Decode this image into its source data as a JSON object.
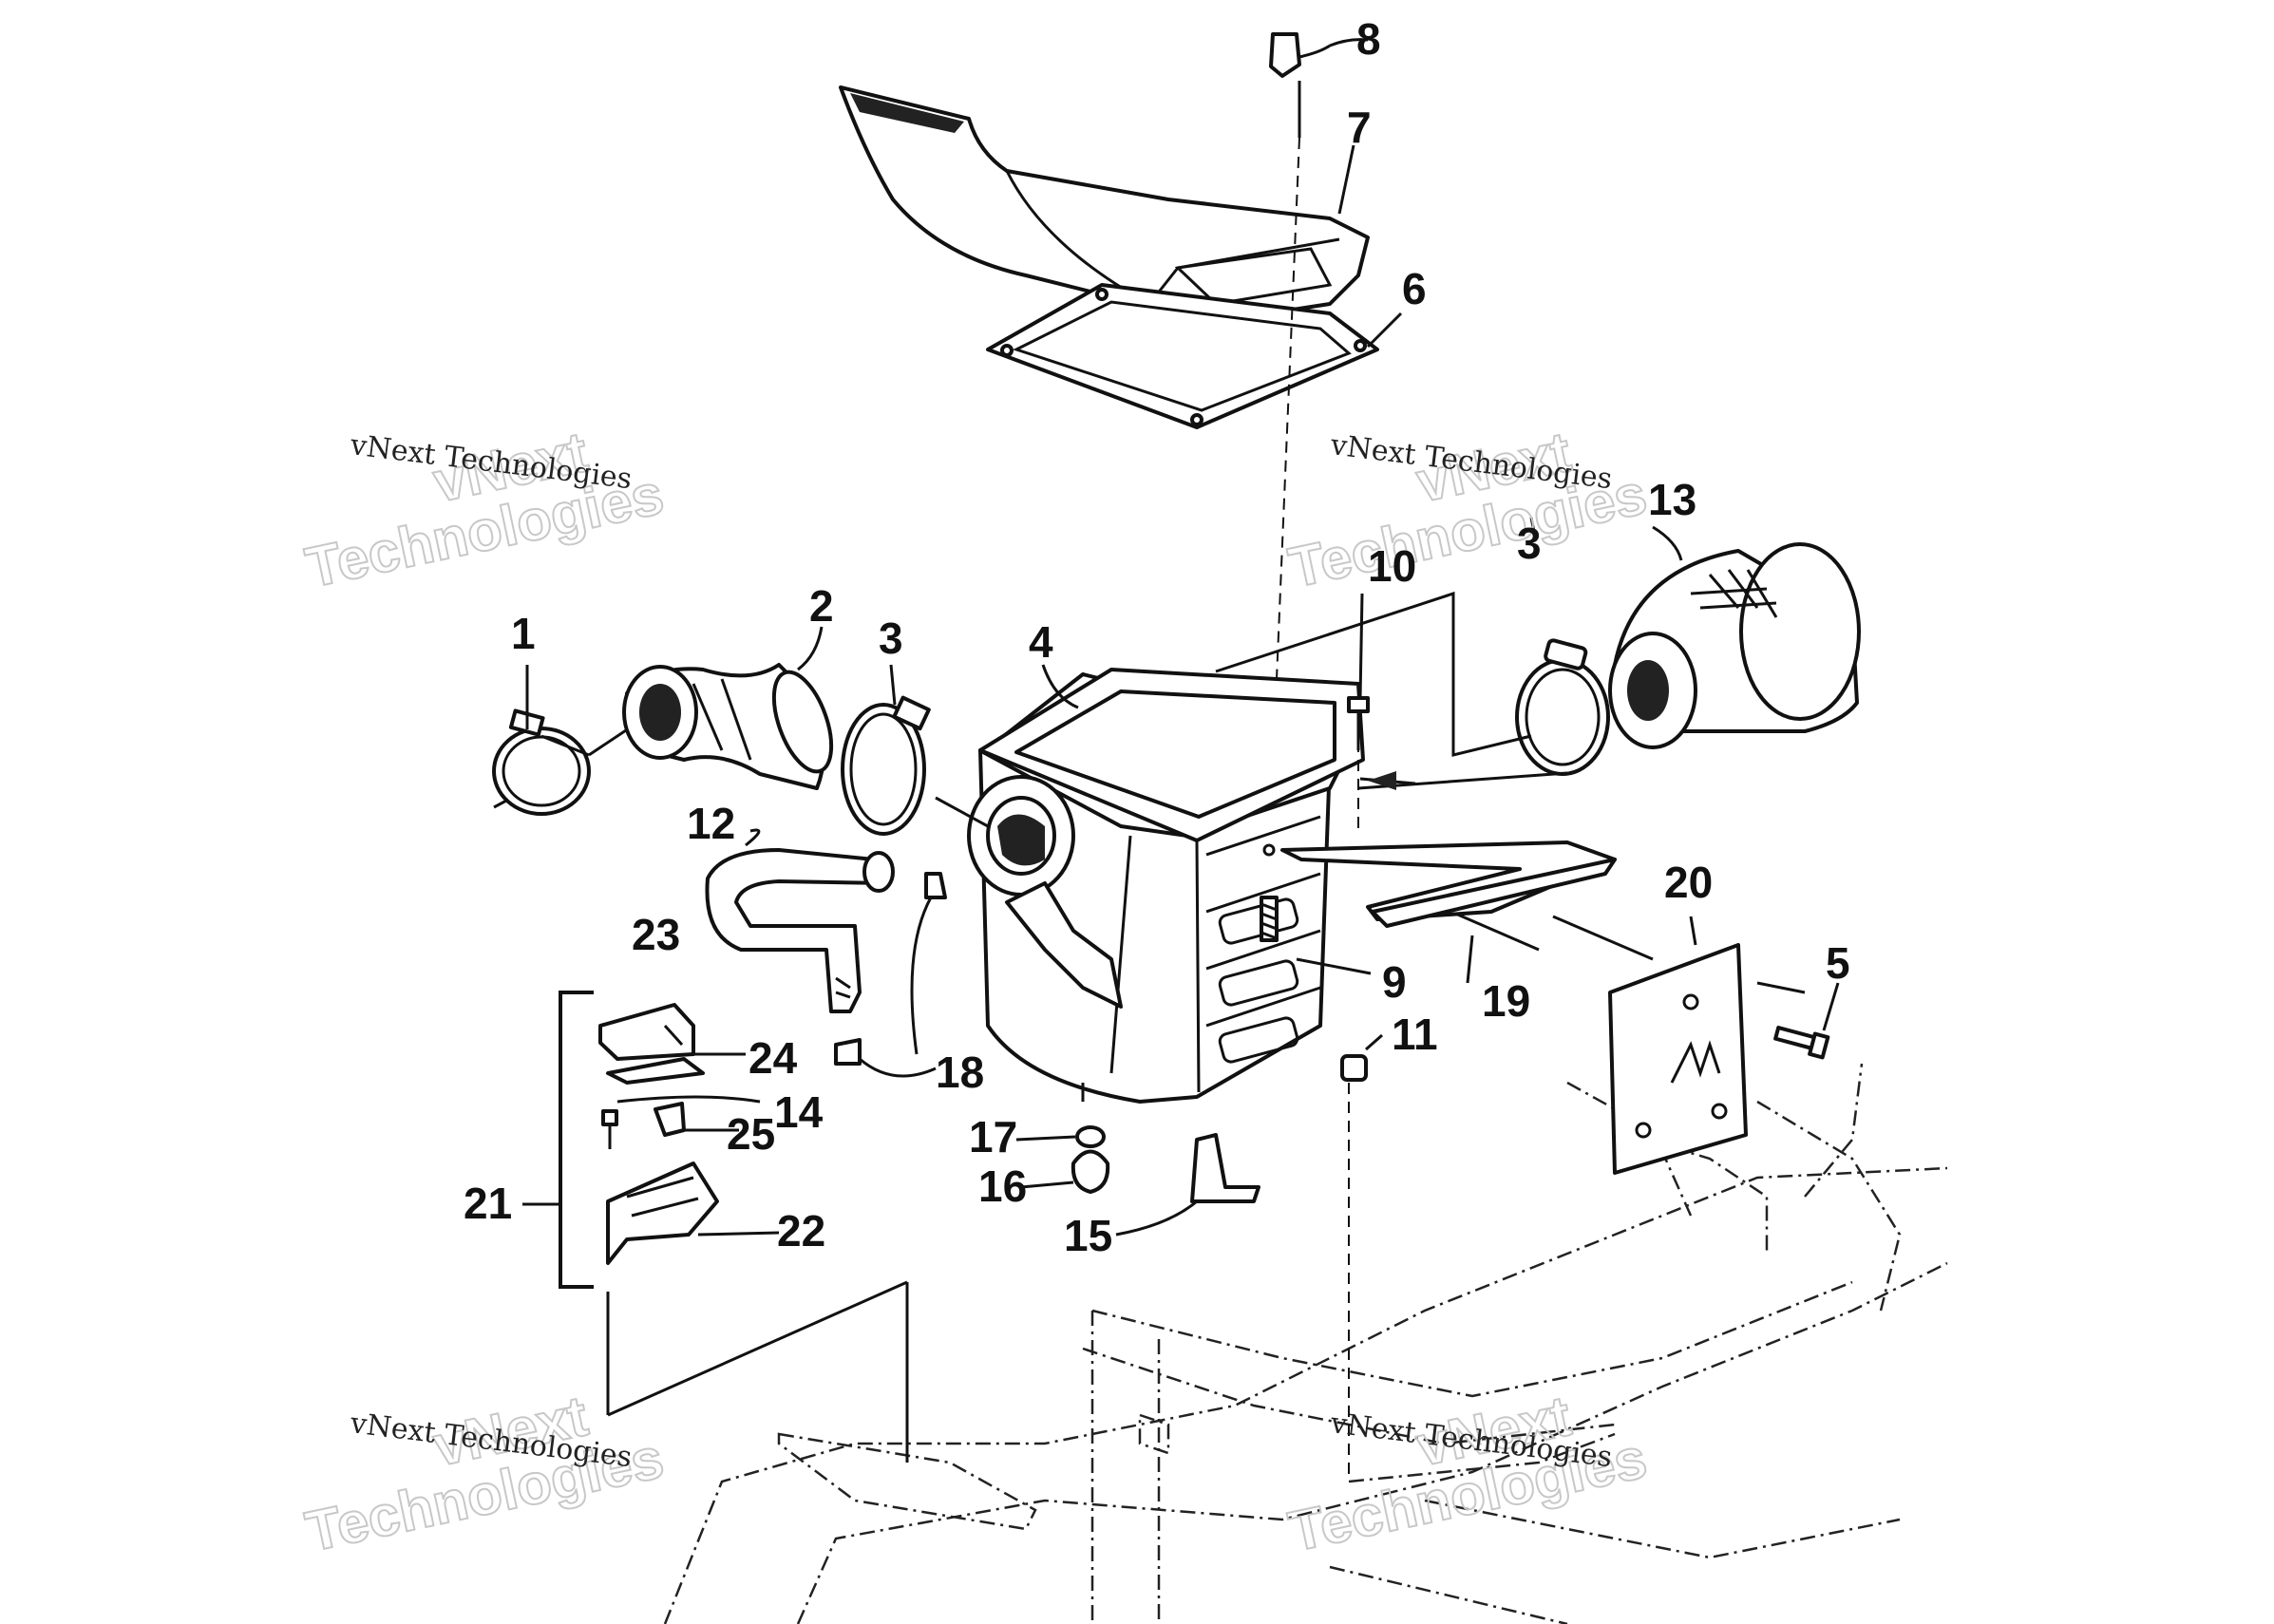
{
  "diagram": {
    "type": "exploded-parts-diagram",
    "callouts": [
      "1",
      "2",
      "3",
      "3",
      "4",
      "5",
      "6",
      "7",
      "8",
      "9",
      "10",
      "11",
      "12",
      "13",
      "14",
      "15",
      "16",
      "17",
      "18",
      "19",
      "20",
      "21",
      "22",
      "23",
      "24",
      "25"
    ]
  },
  "watermark": {
    "small": "vNext Technologies",
    "big_line1": "vNext",
    "big_line2": "Technologies"
  },
  "colors": {
    "ink": "#111111",
    "paper": "#ffffff",
    "watermark": "#c8c8c8"
  }
}
